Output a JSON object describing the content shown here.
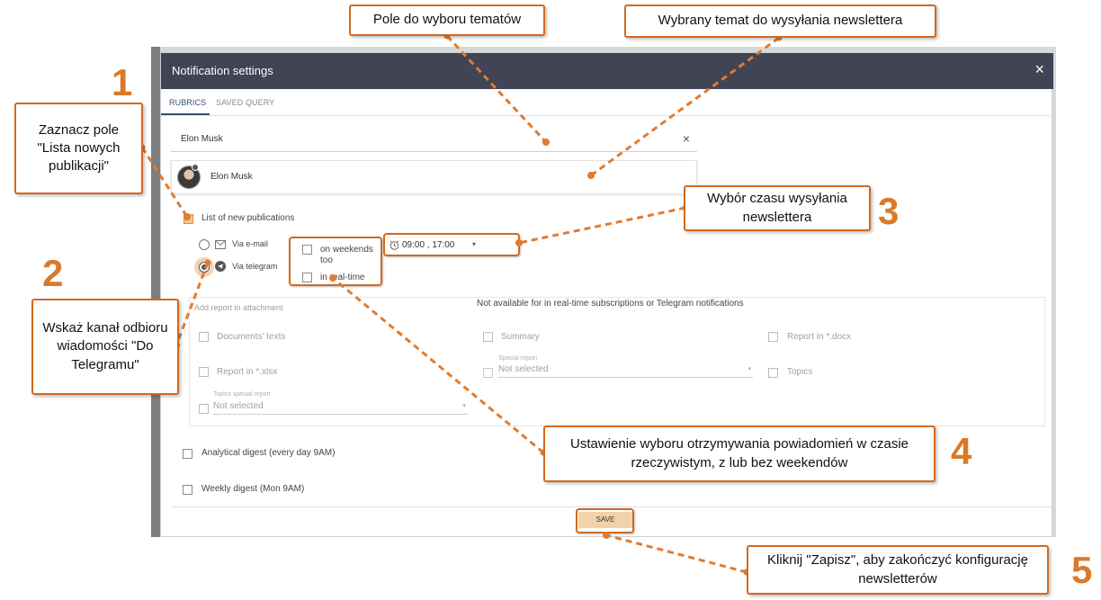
{
  "modal": {
    "title": "Notification settings",
    "close_glyph": "×",
    "tabs": [
      {
        "label": "RUBRICS",
        "active": true
      },
      {
        "label": "SAVED QUERY",
        "active": false
      }
    ],
    "search": {
      "value": "Elon Musk",
      "clear_glyph": "×"
    },
    "selected_topic": {
      "name": "Elon Musk"
    },
    "list_new_publications": {
      "label": "List of new publications",
      "checked": true
    },
    "channels": [
      {
        "label": "Via e-mail",
        "icon": "mail-icon",
        "selected": false
      },
      {
        "label": "Via telegram",
        "icon": "telegram-icon",
        "selected": true
      }
    ],
    "options": {
      "weekends": {
        "label": "on weekends too",
        "checked": false
      },
      "realtime": {
        "label": "in real-time",
        "checked": false
      }
    },
    "time_select": {
      "icon": "alarm-clock-icon",
      "value": "09:00 , 17:00",
      "arrow": "▾"
    },
    "report": {
      "heading": "Add report in attachment",
      "notice": "Not available for in real-time subscriptions or Telegram notifications",
      "items": {
        "documents_texts": "Documents' texts",
        "summary": "Summary",
        "report_docx": "Report in *.docx",
        "report_xlsx": "Report in *.xlsx",
        "special_report_caption": "Special report",
        "special_report_value": "Not selected",
        "topics": "Topics",
        "topics_special_caption": "Topics special report",
        "topics_special_value": "Not selected"
      }
    },
    "analytical_digest": {
      "label": "Analytical digest (every day 9AM)",
      "checked": false
    },
    "weekly_digest": {
      "label": "Weekly digest (Mon 9AM)",
      "checked": false
    },
    "save_label": "SAVE"
  },
  "annotations": {
    "topics_field": "Pole do wyboru tematów",
    "selected_topic": "Wybrany temat do wysyłania newslettera",
    "step1_text": "Zaznacz pole \"Lista nowych publikacji\"",
    "step2_text": "Wskaż kanał odbioru wiadomości \"Do Telegramu\"",
    "step3_text": "Wybór czasu wysyłania newslettera",
    "step4_text": "Ustawienie wyboru otrzymywania powiadomień w czasie rzeczywistym, z lub bez weekendów",
    "step5_text": "Kliknij \"Zapisz\", aby zakończyć konfigurację newsletterów",
    "numbers": [
      "1",
      "2",
      "3",
      "4",
      "5"
    ],
    "accent_color": "#d2691e",
    "number_color": "#d97a2b"
  }
}
